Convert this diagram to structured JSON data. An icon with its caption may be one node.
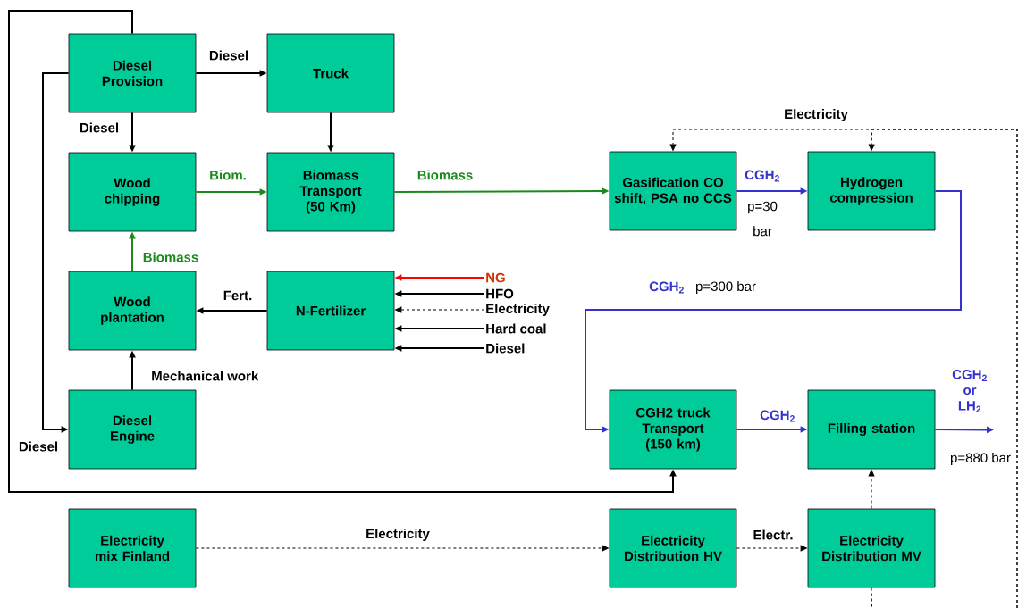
{
  "diagram": {
    "nodes": [
      {
        "text": [
          "Diesel Provision"
        ]
      },
      {
        "text": [
          "Truck"
        ]
      },
      {
        "text": [
          "Wood chipping"
        ]
      },
      {
        "text": [
          "Biomass Transport (50 Km)"
        ]
      },
      {
        "text": [
          "Gasification CO shift, PSA no CCS"
        ]
      },
      {
        "text": [
          "Hydrogen compression"
        ]
      },
      {
        "text": [
          "Wood plantation"
        ]
      },
      {
        "text": [
          "N-Fertilizer"
        ]
      },
      {
        "text": [
          "Diesel Engine"
        ]
      },
      {
        "text": [
          "CGH2 truck Transport (150 km)"
        ]
      },
      {
        "text": [
          "Filling station"
        ]
      },
      {
        "text": [
          "Electricity mix Finland"
        ]
      },
      {
        "text": [
          "Electricity Distribution HV"
        ]
      },
      {
        "text": [
          "Electricity Distribution MV"
        ]
      },
      {
        "text": [
          "NG"
        ]
      },
      {
        "text": [
          "HFO"
        ]
      },
      {
        "text": [
          "Electricity"
        ]
      },
      {
        "text": [
          "Hard coal"
        ]
      },
      {
        "text": [
          "Diesel"
        ]
      }
    ],
    "edges": [
      {
        "from": 0,
        "to": 1,
        "arrow": "to",
        "label": "Diesel"
      },
      {
        "from": 0,
        "to": 2,
        "arrow": "to",
        "label": "Diesel"
      },
      {
        "from": 1,
        "to": 3,
        "arrow": "to"
      },
      {
        "from": 2,
        "to": 3,
        "arrow": "to",
        "label": "Biom.",
        "color": "#1a8a1a"
      },
      {
        "from": 3,
        "to": 4,
        "arrow": "to",
        "label": "Biomass",
        "color": "#1a8a1a"
      },
      {
        "from": 4,
        "to": 5,
        "arrow": "to",
        "label": "CGH$_{2}$",
        "color": "#3333cc"
      },
      {
        "from": 5,
        "to": 9,
        "arrow": "to",
        "label": "CGH$_{2}$",
        "color": "#3333cc"
      },
      {
        "from": 9,
        "to": 10,
        "arrow": "to",
        "label": "CGH$_{2}$",
        "color": "#3333cc"
      },
      {
        "from": 10,
        "to": null,
        "arrow": "to",
        "label": "CGH$_{2}$ or LH$_{2}$",
        "color": "#3333cc"
      },
      {
        "from": 7,
        "to": 6,
        "arrow": "to",
        "label": "Fert."
      },
      {
        "from": 6,
        "to": 2,
        "arrow": "to",
        "label": "Biomass",
        "color": "#1a8a1a"
      },
      {
        "from": 8,
        "to": 6,
        "arrow": "to",
        "label": "Mechanical work"
      },
      {
        "from": 0,
        "to": 8,
        "arrow": "to",
        "label": "Diesel"
      },
      {
        "from": 0,
        "to": 9,
        "arrow": "to"
      },
      {
        "from": 14,
        "to": 7,
        "arrow": "to",
        "color": "#ff0000"
      },
      {
        "from": 15,
        "to": 7,
        "arrow": "to"
      },
      {
        "from": 16,
        "to": 7,
        "arrow": "to",
        "style": "dashed"
      },
      {
        "from": 17,
        "to": 7,
        "arrow": "to"
      },
      {
        "from": 18,
        "to": 7,
        "arrow": "to"
      },
      {
        "from": 11,
        "to": 12,
        "arrow": "to",
        "label": "Electricity",
        "style": "dashed"
      },
      {
        "from": 12,
        "to": 13,
        "arrow": "to",
        "label": "Electr.",
        "style": "dashed"
      },
      {
        "from": 13,
        "to": 10,
        "arrow": "to",
        "style": "dashed"
      },
      {
        "from": null,
        "to": 4,
        "arrow": "to",
        "label": "Electricity",
        "style": "dashed"
      },
      {
        "from": null,
        "to": 5,
        "arrow": "to",
        "style": "dashed"
      },
      {
        "from": 13,
        "to": null,
        "arrow": "none",
        "style": "dashed"
      }
    ],
    "labels": [
      "p=30 bar",
      "p=300 bar",
      "p=880 bar"
    ]
  }
}
